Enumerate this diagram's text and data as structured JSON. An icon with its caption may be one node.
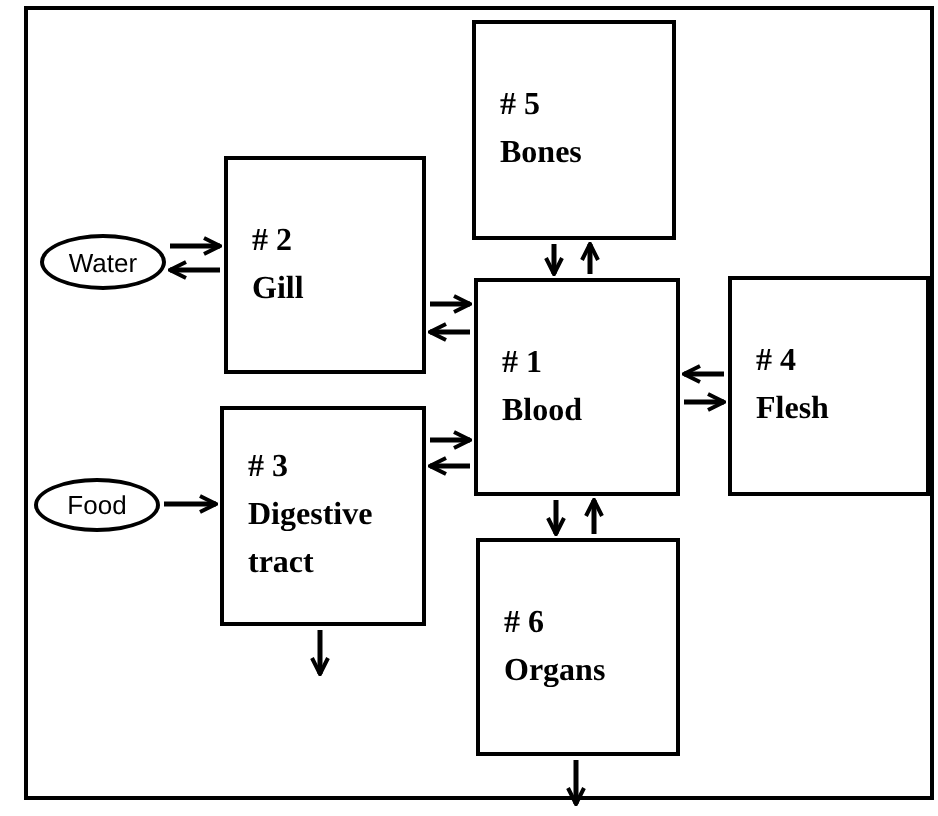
{
  "diagram": {
    "nodes": [
      {
        "text": [
          "# 1",
          "Blood"
        ]
      },
      {
        "text": [
          "# 2",
          "Gill"
        ]
      },
      {
        "text": [
          "# 3",
          "Digestive tract"
        ]
      },
      {
        "text": [
          "# 4",
          "Flesh"
        ]
      },
      {
        "text": [
          "# 5",
          "Bones"
        ]
      },
      {
        "text": [
          "# 6",
          "Organs"
        ]
      },
      {
        "text": [
          "Water"
        ]
      },
      {
        "text": [
          "Food"
        ]
      }
    ],
    "edges": [
      {
        "from": 6,
        "to": 1,
        "arrow": "to"
      },
      {
        "from": 1,
        "to": 6,
        "arrow": "to"
      },
      {
        "from": 7,
        "to": 2,
        "arrow": "to"
      },
      {
        "from": 2,
        "to": null,
        "arrow": "to"
      },
      {
        "from": 0,
        "to": 1,
        "arrow": "to"
      },
      {
        "from": 1,
        "to": 0,
        "arrow": "to"
      },
      {
        "from": 2,
        "to": 0,
        "arrow": "to"
      },
      {
        "from": 0,
        "to": 2,
        "arrow": "to"
      },
      {
        "from": 4,
        "to": 0,
        "arrow": "to"
      },
      {
        "from": 0,
        "to": 4,
        "arrow": "to"
      },
      {
        "from": 3,
        "to": 0,
        "arrow": "to"
      },
      {
        "from": 0,
        "to": 3,
        "arrow": "to"
      },
      {
        "from": 0,
        "to": 5,
        "arrow": "to"
      },
      {
        "from": 5,
        "to": 0,
        "arrow": "to"
      },
      {
        "from": 5,
        "to": null,
        "arrow": "to"
      }
    ]
  }
}
